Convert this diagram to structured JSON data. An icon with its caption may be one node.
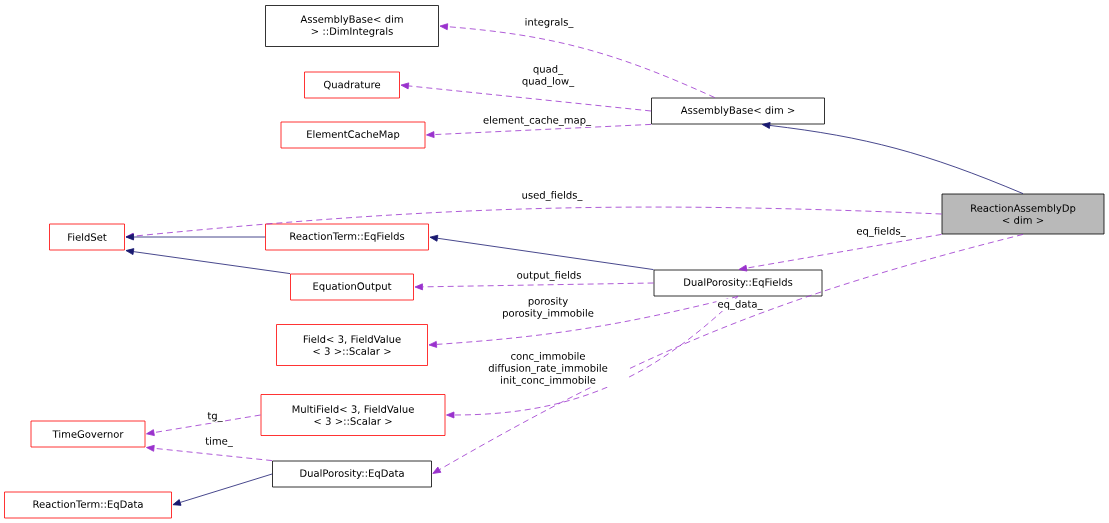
{
  "diagram": {
    "nodes": [
      {
        "text": [
          "ReactionAssemblyDp < dim >"
        ]
      },
      {
        "text": [
          "AssemblyBase< dim >"
        ]
      },
      {
        "text": [
          "AssemblyBase< dim > ::DimIntegrals"
        ]
      },
      {
        "text": [
          "Quadrature"
        ]
      },
      {
        "text": [
          "ElementCacheMap"
        ]
      },
      {
        "text": [
          "FieldSet"
        ]
      },
      {
        "text": [
          "ReactionTerm::EqFields"
        ]
      },
      {
        "text": [
          "DualPorosity::EqFields"
        ]
      },
      {
        "text": [
          "EquationOutput"
        ]
      },
      {
        "text": [
          "Field< 3, FieldValue < 3 >::Scalar >"
        ]
      },
      {
        "text": [
          "MultiField< 3, FieldValue < 3 >::Scalar >"
        ]
      },
      {
        "text": [
          "TimeGovernor"
        ]
      },
      {
        "text": [
          "DualPorosity::EqData"
        ]
      },
      {
        "text": [
          "ReactionTerm::EqData"
        ]
      }
    ],
    "edges": [
      {
        "from": 0,
        "to": 1,
        "arrow": "to",
        "color": "#191970"
      },
      {
        "from": 1,
        "to": 2,
        "arrow": "to",
        "label": "integrals_",
        "style": "dashed",
        "color": "#9a32cd"
      },
      {
        "from": 1,
        "to": 3,
        "arrow": "to",
        "label": "quad_ quad_low_",
        "style": "dashed",
        "color": "#9a32cd"
      },
      {
        "from": 1,
        "to": 4,
        "arrow": "to",
        "label": "element_cache_map_",
        "style": "dashed",
        "color": "#9a32cd"
      },
      {
        "from": 0,
        "to": 5,
        "arrow": "to",
        "label": "used_fields_",
        "style": "dashed",
        "color": "#9a32cd"
      },
      {
        "from": 6,
        "to": 5,
        "arrow": "to",
        "color": "#191970"
      },
      {
        "from": 8,
        "to": 5,
        "arrow": "to",
        "color": "#191970"
      },
      {
        "from": 7,
        "to": 6,
        "arrow": "to",
        "color": "#191970"
      },
      {
        "from": 0,
        "to": 7,
        "arrow": "to",
        "label": "eq_fields_",
        "style": "dashed",
        "color": "#9a32cd"
      },
      {
        "from": 7,
        "to": 8,
        "arrow": "to",
        "label": "output_fields",
        "style": "dashed",
        "color": "#9a32cd"
      },
      {
        "from": 7,
        "to": 9,
        "arrow": "to",
        "label": "porosity porosity_immobile",
        "style": "dashed",
        "color": "#9a32cd"
      },
      {
        "from": 7,
        "to": 10,
        "arrow": "to",
        "label": "conc_immobile diffusion_rate_immobile init_conc_immobile",
        "style": "dashed",
        "color": "#9a32cd"
      },
      {
        "from": 0,
        "to": 12,
        "arrow": "to",
        "label": "eq_data_",
        "style": "dashed",
        "color": "#9a32cd"
      },
      {
        "from": 10,
        "to": 11,
        "arrow": "to",
        "label": "tg_",
        "style": "dashed",
        "color": "#9a32cd"
      },
      {
        "from": 12,
        "to": 11,
        "arrow": "to",
        "label": "time_",
        "style": "dashed",
        "color": "#9a32cd"
      },
      {
        "from": 12,
        "to": 13,
        "arrow": "to",
        "color": "#191970"
      }
    ]
  }
}
